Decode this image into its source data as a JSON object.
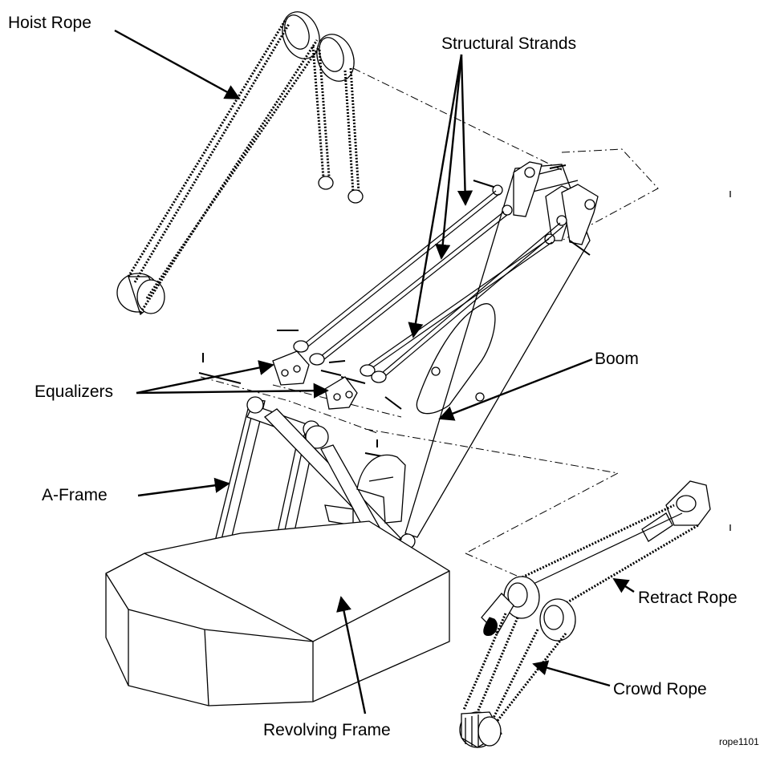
{
  "labels": {
    "hoist_rope": "Hoist Rope",
    "structural_strands": "Structural Strands",
    "equalizers": "Equalizers",
    "boom": "Boom",
    "a_frame": "A-Frame",
    "retract_rope": "Retract Rope",
    "crowd_rope": "Crowd Rope",
    "revolving_frame": "Revolving Frame"
  },
  "figure_id": "rope1101"
}
